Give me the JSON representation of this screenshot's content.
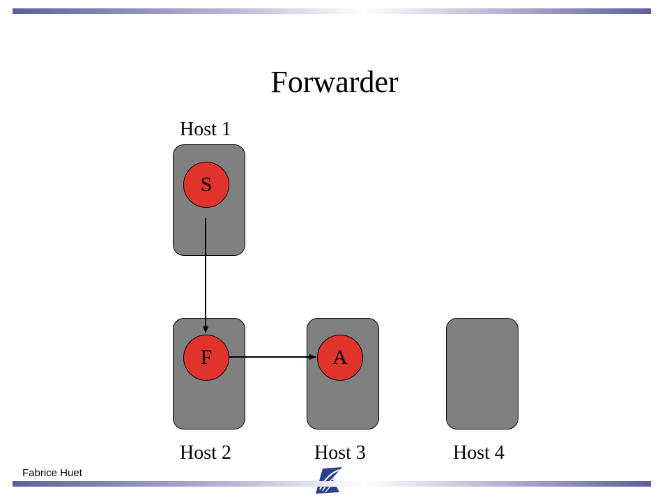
{
  "slide": {
    "title": "Forwarder",
    "author": "Fabrice Huet"
  },
  "hosts": [
    {
      "label": "Host 1"
    },
    {
      "label": "Host 2"
    },
    {
      "label": "Host 3"
    },
    {
      "label": "Host 4"
    }
  ],
  "nodes": {
    "s": "S",
    "f": "F",
    "a": "A"
  },
  "edges": [
    {
      "from": "S",
      "to": "F"
    },
    {
      "from": "F",
      "to": "A"
    }
  ],
  "colors": {
    "host_fill": "#808080",
    "node_fill": "#e0332b",
    "bar_accent": "#5e5f9a"
  },
  "icons": {
    "logo": "university-logo-icon"
  }
}
